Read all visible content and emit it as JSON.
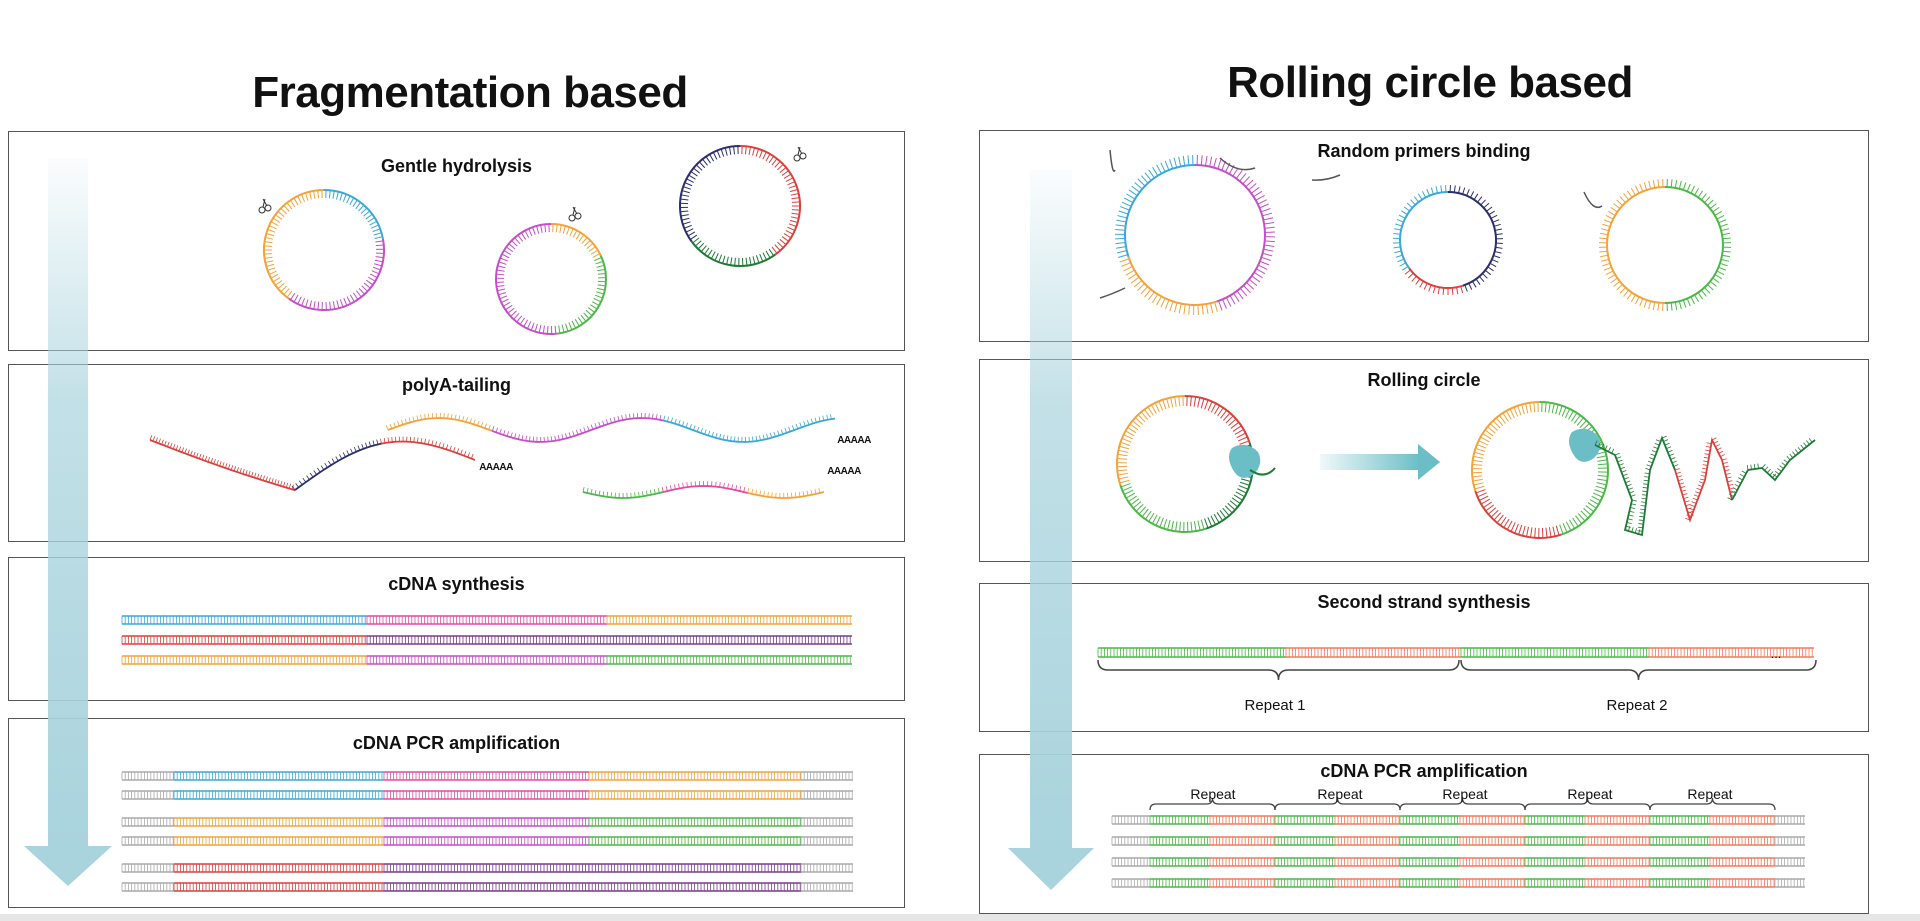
{
  "columns": {
    "left": {
      "title": "Fragmentation based",
      "panels": {
        "p1": "Gentle hydrolysis",
        "p2": "polyA-tailing",
        "p3": "cDNA synthesis",
        "p4": "cDNA PCR amplification"
      },
      "polya_text": "AAAAA"
    },
    "right": {
      "title": "Rolling circle based",
      "panels": {
        "p1": "Random primers binding",
        "p2": "Rolling circle",
        "p3": "Second strand synthesis",
        "p4": "cDNA PCR amplification"
      },
      "repeat_1": "Repeat 1",
      "repeat_2": "Repeat 2",
      "ellipsis": "...",
      "repeat_short": "Repeat"
    }
  },
  "colors": {
    "blue": "#3aa8d8",
    "magenta": "#c44fc8",
    "orange": "#f2a33a",
    "green": "#4cb848",
    "red": "#d9413c",
    "navy": "#2b2f6b",
    "darkgreen": "#1f7a35",
    "pink": "#e24ca0",
    "gray": "#aaaaaa",
    "arrow": "#a9d3dd",
    "polymerase": "#6bbec6",
    "salmon": "#f07a5a",
    "purple": "#7a3b8f"
  }
}
